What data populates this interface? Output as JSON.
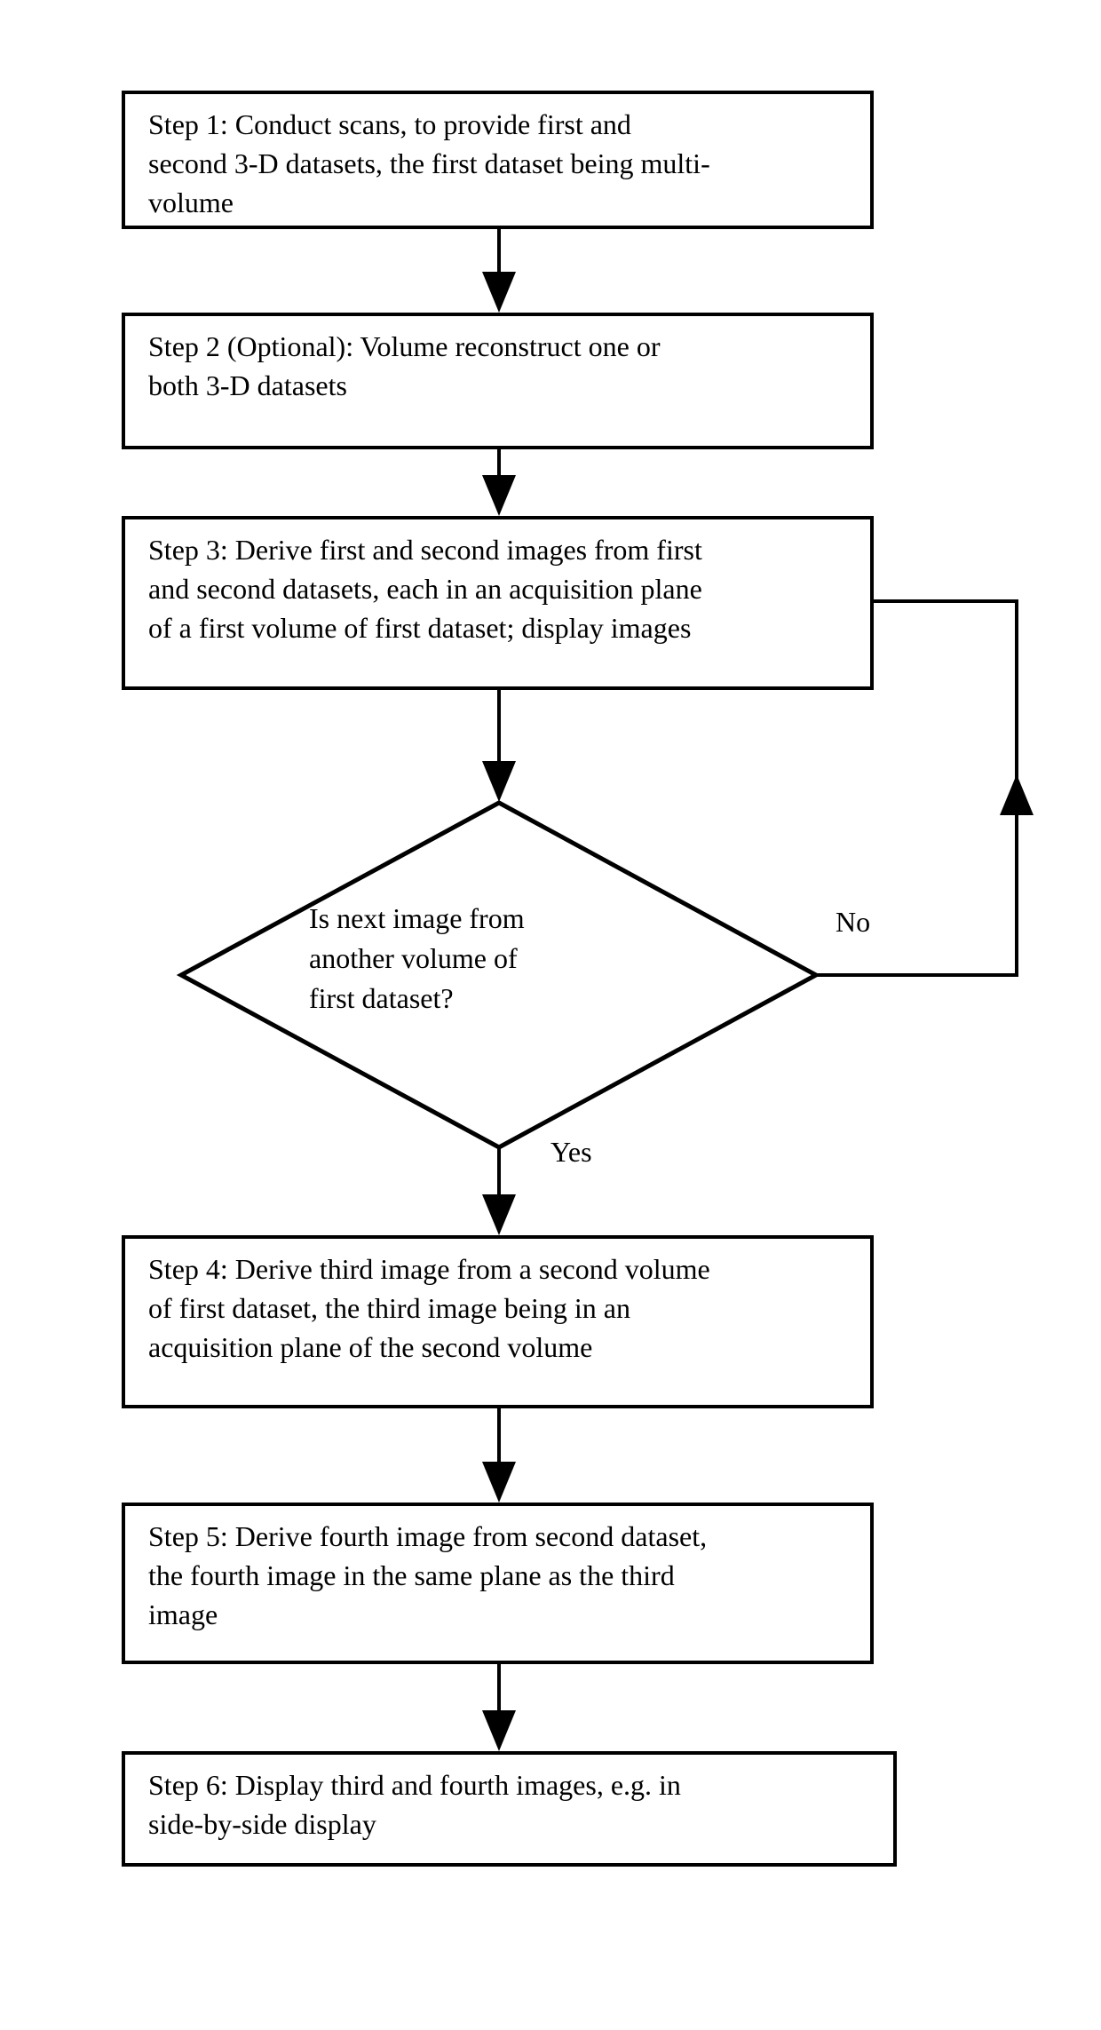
{
  "figure": {
    "background_color": "#ffffff",
    "line_color": "#000000",
    "text_color": "#000000"
  },
  "diagram": {
    "type": "flowchart",
    "steps": [
      {
        "name": "step-1",
        "lines": [
          "Step 1: Conduct scans, to provide first and",
          "second 3-D datasets, the first dataset being multi-",
          "volume"
        ]
      },
      {
        "name": "step-2",
        "lines": [
          "Step 2 (Optional): Volume reconstruct one or",
          "both 3-D datasets"
        ]
      },
      {
        "name": "step-3",
        "lines": [
          "Step 3: Derive first and second images from first",
          "and second datasets, each in an acquisition plane",
          "of a first volume of first dataset; display images"
        ]
      },
      {
        "name": "step-4",
        "lines": [
          "Step 4: Derive third image from a second volume",
          "of first dataset, the third image being in an",
          "acquisition plane of the second volume"
        ]
      },
      {
        "name": "step-5",
        "lines": [
          "Step 5: Derive fourth image from second dataset,",
          "the fourth image in the same plane as the third",
          "image"
        ]
      },
      {
        "name": "step-6",
        "lines": [
          "Step 6: Display third and fourth images, e.g. in",
          "side-by-side display"
        ]
      }
    ],
    "decision": {
      "lines": [
        "Is next image from",
        "another volume of",
        "first dataset?"
      ]
    },
    "edge_labels": {
      "yes": "Yes",
      "no": "No"
    }
  }
}
